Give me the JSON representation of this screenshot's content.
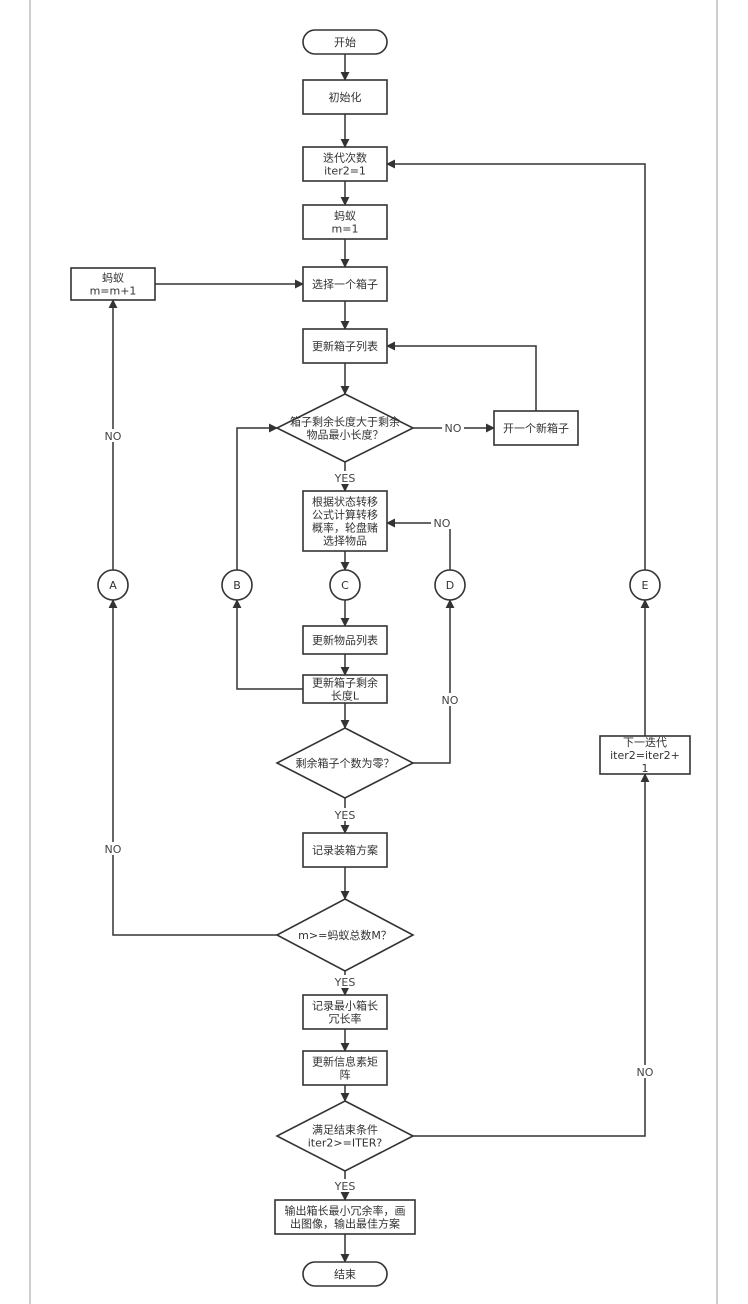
{
  "diagram": {
    "type": "flowchart",
    "title": "",
    "nodes": [
      {
        "id": "start",
        "kind": "terminal",
        "lines": [
          "开始"
        ]
      },
      {
        "id": "init",
        "kind": "process",
        "lines": [
          "初始化"
        ]
      },
      {
        "id": "iter",
        "kind": "process",
        "lines": [
          "迭代次数",
          "iter2=1"
        ]
      },
      {
        "id": "ant1",
        "kind": "process",
        "lines": [
          "蚂蚁",
          "m=1"
        ]
      },
      {
        "id": "antinc",
        "kind": "process",
        "lines": [
          "蚂蚁",
          "m=m+1"
        ]
      },
      {
        "id": "choosebox",
        "kind": "process",
        "lines": [
          "选择一个箱子"
        ]
      },
      {
        "id": "updboxlist",
        "kind": "process",
        "lines": [
          "更新箱子列表"
        ]
      },
      {
        "id": "cond1",
        "kind": "decision",
        "lines": [
          "箱子剩余长度大于剩余",
          "物品最小长度？"
        ]
      },
      {
        "id": "newbox",
        "kind": "process",
        "lines": [
          "开一个新箱子"
        ]
      },
      {
        "id": "select",
        "kind": "process",
        "lines": [
          "根据状态转移",
          "公式计算转移",
          "概率，轮盘赌",
          "选择物品"
        ]
      },
      {
        "id": "A",
        "kind": "connector",
        "lines": [
          "A"
        ]
      },
      {
        "id": "B",
        "kind": "connector",
        "lines": [
          "B"
        ]
      },
      {
        "id": "C",
        "kind": "connector",
        "lines": [
          "C"
        ]
      },
      {
        "id": "D",
        "kind": "connector",
        "lines": [
          "D"
        ]
      },
      {
        "id": "E",
        "kind": "connector",
        "lines": [
          "E"
        ]
      },
      {
        "id": "upditems",
        "kind": "process",
        "lines": [
          "更新物品列表"
        ]
      },
      {
        "id": "updlen",
        "kind": "process",
        "lines": [
          "更新箱子剩余",
          "长度L"
        ]
      },
      {
        "id": "cond2",
        "kind": "decision",
        "lines": [
          "剩余箱子个数为零？"
        ]
      },
      {
        "id": "record",
        "kind": "process",
        "lines": [
          "记录装箱方案"
        ]
      },
      {
        "id": "cond3",
        "kind": "decision",
        "lines": [
          "m>=蚂蚁总数M？"
        ]
      },
      {
        "id": "recmin",
        "kind": "process",
        "lines": [
          "记录最小箱长",
          "冗长率"
        ]
      },
      {
        "id": "updpher",
        "kind": "process",
        "lines": [
          "更新信息素矩",
          "阵"
        ]
      },
      {
        "id": "cond4",
        "kind": "decision",
        "lines": [
          "满足结束条件",
          "iter2>=ITER?"
        ]
      },
      {
        "id": "nextiter",
        "kind": "process",
        "lines": [
          "下一迭代",
          "iter2=iter2+",
          "1"
        ]
      },
      {
        "id": "output",
        "kind": "process",
        "lines": [
          "输出箱长最小冗余率，画",
          "出图像，输出最佳方案"
        ]
      },
      {
        "id": "end",
        "kind": "terminal",
        "lines": [
          "结束"
        ]
      }
    ],
    "edges": [
      {
        "from": "start",
        "to": "init",
        "label": ""
      },
      {
        "from": "init",
        "to": "iter",
        "label": ""
      },
      {
        "from": "iter",
        "to": "ant1",
        "label": ""
      },
      {
        "from": "ant1",
        "to": "choosebox",
        "label": ""
      },
      {
        "from": "antinc",
        "to": "choosebox",
        "label": ""
      },
      {
        "from": "choosebox",
        "to": "updboxlist",
        "label": ""
      },
      {
        "from": "updboxlist",
        "to": "cond1",
        "label": ""
      },
      {
        "from": "cond1",
        "to": "newbox",
        "label": "NO"
      },
      {
        "from": "newbox",
        "to": "updboxlist",
        "label": ""
      },
      {
        "from": "cond1",
        "to": "select",
        "label": "YES"
      },
      {
        "from": "select",
        "to": "C",
        "label": ""
      },
      {
        "from": "C",
        "to": "upditems",
        "label": ""
      },
      {
        "from": "upditems",
        "to": "updlen",
        "label": ""
      },
      {
        "from": "updlen",
        "to": "B",
        "label": ""
      },
      {
        "from": "B",
        "to": "cond1",
        "label": ""
      },
      {
        "from": "updlen",
        "to": "cond2",
        "label": ""
      },
      {
        "from": "cond2",
        "to": "D",
        "label": "NO"
      },
      {
        "from": "D",
        "to": "select",
        "label": "NO"
      },
      {
        "from": "cond2",
        "to": "record",
        "label": "YES"
      },
      {
        "from": "record",
        "to": "cond3",
        "label": ""
      },
      {
        "from": "cond3",
        "to": "A",
        "label": "NO"
      },
      {
        "from": "A",
        "to": "antinc",
        "label": "NO"
      },
      {
        "from": "cond3",
        "to": "recmin",
        "label": "YES"
      },
      {
        "from": "recmin",
        "to": "updpher",
        "label": ""
      },
      {
        "from": "updpher",
        "to": "cond4",
        "label": ""
      },
      {
        "from": "cond4",
        "to": "nextiter",
        "label": "NO"
      },
      {
        "from": "nextiter",
        "to": "E",
        "label": ""
      },
      {
        "from": "E",
        "to": "iter",
        "label": ""
      },
      {
        "from": "cond4",
        "to": "output",
        "label": "YES"
      },
      {
        "from": "output",
        "to": "end",
        "label": ""
      }
    ]
  },
  "colors": {
    "stroke": "#333333",
    "text": "#333333",
    "frame": "#cfcfcf",
    "background": "#ffffff"
  }
}
